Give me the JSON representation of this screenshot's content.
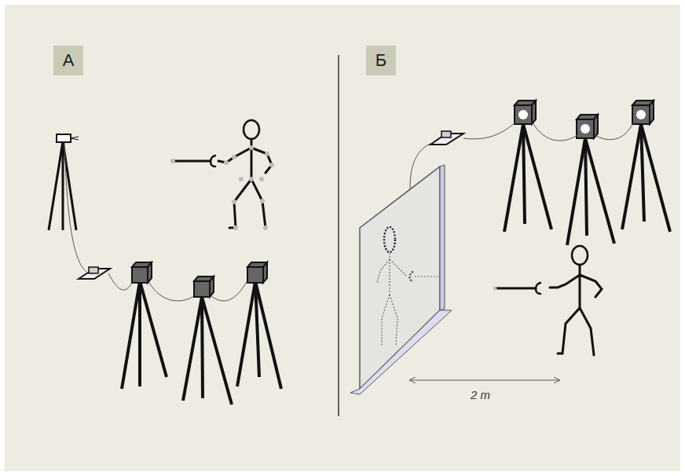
{
  "diagram": {
    "nodes": [
      {
        "text": [
          "А"
        ]
      },
      {
        "text": [
          "Б"
        ]
      }
    ],
    "labels": [
      "2 m"
    ]
  }
}
